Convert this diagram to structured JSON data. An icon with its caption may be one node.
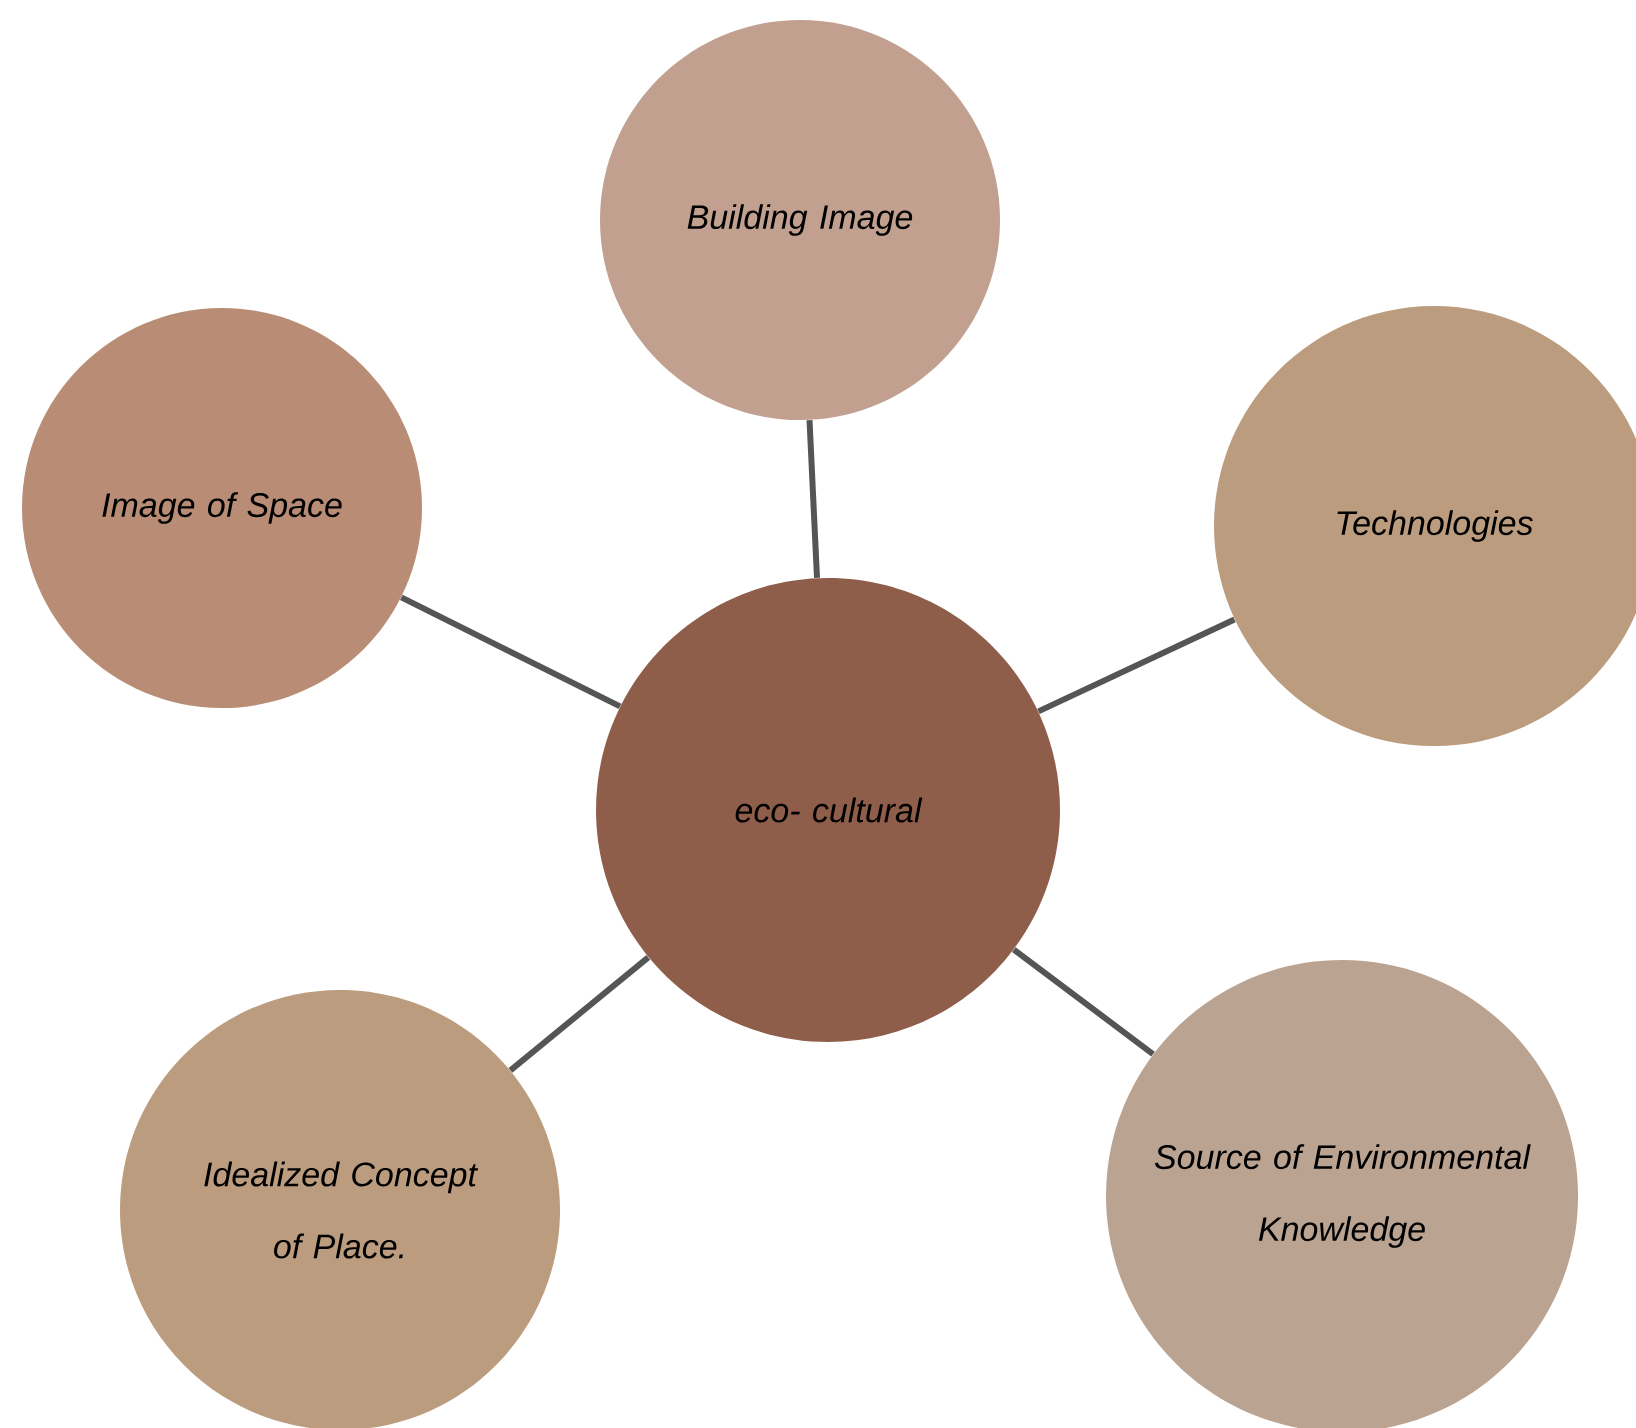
{
  "diagram": {
    "nodes": [
      {
        "text": [
          "eco- cultural"
        ]
      },
      {
        "text": [
          "Building Image"
        ]
      },
      {
        "text": [
          "Image of Space"
        ]
      },
      {
        "text": [
          "Technologies"
        ]
      },
      {
        "text": [
          "Idealized Concept of Place."
        ]
      },
      {
        "text": [
          "Source of Environmental Knowledge"
        ]
      }
    ],
    "edges": [
      {
        "from": 0,
        "to": 1,
        "arrow": "none"
      },
      {
        "from": 0,
        "to": 2,
        "arrow": "none"
      },
      {
        "from": 0,
        "to": 3,
        "arrow": "none"
      },
      {
        "from": 0,
        "to": 4,
        "arrow": "none"
      },
      {
        "from": 0,
        "to": 5,
        "arrow": "none"
      }
    ]
  }
}
